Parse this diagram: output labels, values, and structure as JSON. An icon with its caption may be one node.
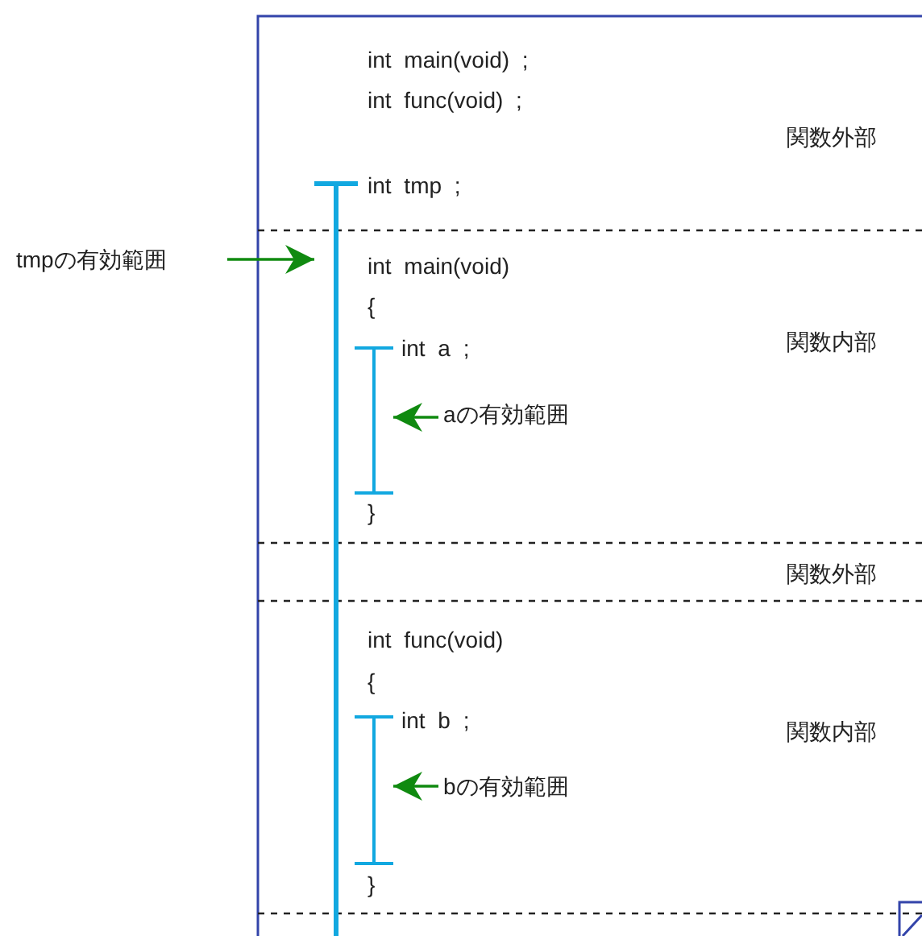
{
  "diagram": {
    "nodes": [
      {
        "text": [
          "tmpの有効範囲"
        ]
      },
      {
        "text": [],
        "shape": "bar"
      },
      {
        "text": [],
        "shape": "bar"
      },
      {
        "text": [
          "aの有効範囲"
        ]
      },
      {
        "text": [],
        "shape": "bar"
      },
      {
        "text": [
          "bの有効範囲"
        ]
      }
    ],
    "edges": [
      {
        "from": 0,
        "to": 1,
        "arrow": "to"
      },
      {
        "from": 3,
        "to": 2,
        "arrow": "to"
      },
      {
        "from": 5,
        "to": 4,
        "arrow": "to"
      }
    ],
    "labels": [
      "int main(void) ;",
      "int func(void) ;",
      "関数外部",
      "int tmp ;",
      "int main(void)",
      "{",
      "関数内部",
      "int a ;",
      "}",
      "関数外部",
      "int func(void)",
      "{",
      "int b ;",
      "関数内部",
      "}"
    ]
  }
}
